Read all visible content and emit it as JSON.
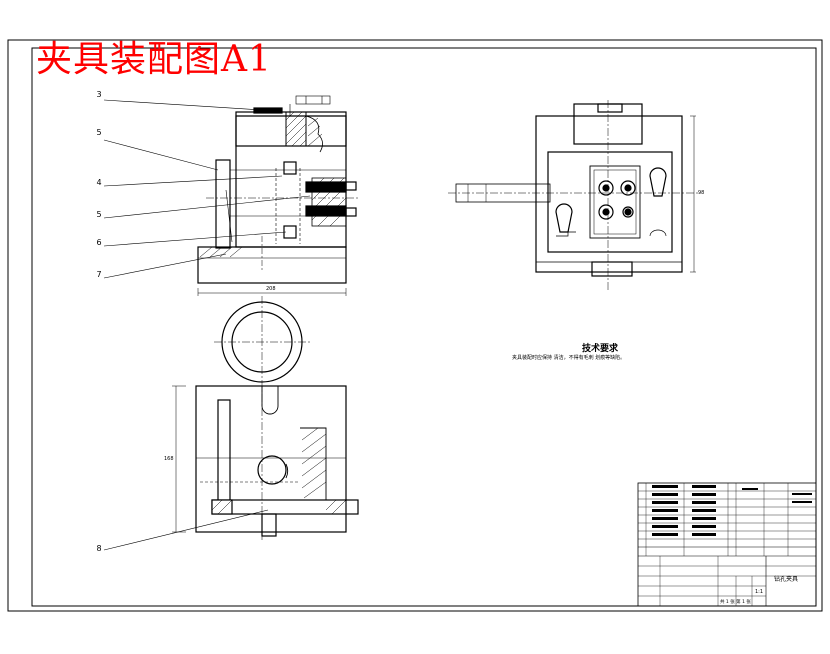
{
  "drawing": {
    "overlay_title": "夹具装配图A1",
    "tech_requirements": {
      "title": "技术要求",
      "note": "夹具装配时应保持 清洁，不得有毛刺 划痕等缺陷。"
    },
    "callouts": [
      "3",
      "5",
      "4",
      "5",
      "6",
      "7",
      "8"
    ],
    "dimensions": {
      "front_width": "208",
      "side_height": "98",
      "top_height": "168"
    },
    "title_block": {
      "assembly_name": "钻孔夹具",
      "scale": "1:1",
      "sheet": "共 1 张 第 1 张"
    },
    "colors": {
      "title_red": "#ff0000",
      "line": "#000000",
      "hatch": "#000000"
    }
  }
}
